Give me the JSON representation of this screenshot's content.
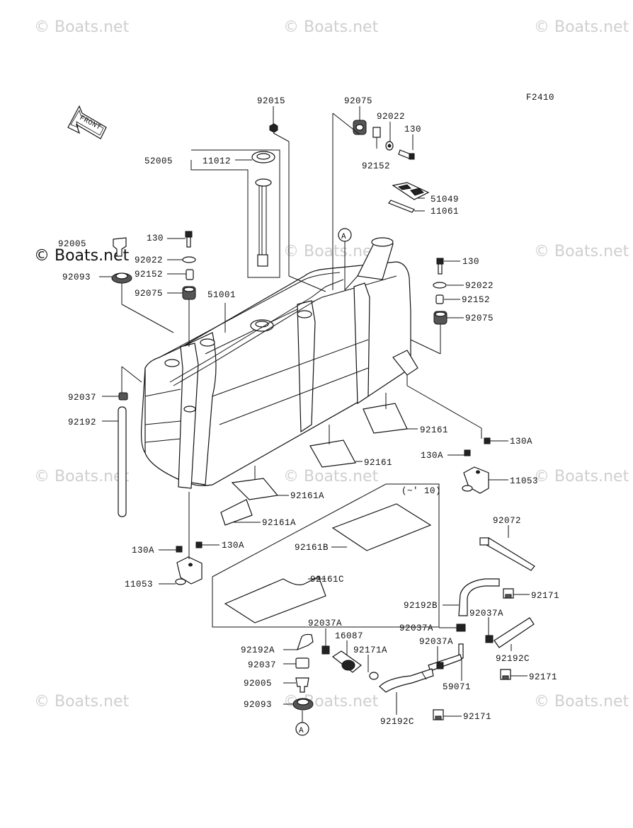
{
  "figure_code": "F2410",
  "front_arrow_label": "FRONT",
  "circle_ref": "A",
  "range_note": "(~' 10)",
  "watermarks": {
    "text": "© Boats.net"
  },
  "labels": {
    "p92015": "92015",
    "p92075_top": "92075",
    "p92022_top": "92022",
    "p130_top": "130",
    "p92152_top": "92152",
    "p52005": "52005",
    "p11012": "11012",
    "p51049": "51049",
    "p11061": "11061",
    "p92005_left": "92005",
    "p130_left": "130",
    "p92022_left": "92022",
    "p92093_left": "92093",
    "p92152_left": "92152",
    "p92075_left": "92075",
    "p51001": "51001",
    "p130_right": "130",
    "p92022_right": "92022",
    "p92152_right": "92152",
    "p92075_right": "92075",
    "p92037_left": "92037",
    "p92192_left": "92192",
    "p92161_a": "92161",
    "p92161_b": "92161",
    "p130A_r1": "130A",
    "p130A_r2": "130A",
    "p11053_right": "11053",
    "p92161A_a": "92161A",
    "p92161A_b": "92161A",
    "p92161B": "92161B",
    "p92161C": "92161C",
    "p130A_l1": "130A",
    "p130A_l2": "130A",
    "p11053_left": "11053",
    "p92072": "92072",
    "p92171_a": "92171",
    "p92192B": "92192B",
    "p92037A_a": "92037A",
    "p92037A_b": "92037A",
    "p92037A_c": "92037A",
    "p92037A_d": "92037A",
    "p16087": "16087",
    "p92192A": "92192A",
    "p92171A": "92171A",
    "p92037_b": "92037",
    "p92005_b": "92005",
    "p92093_b": "92093",
    "p59071": "59071",
    "p92192C_a": "92192C",
    "p92192C_b": "92192C",
    "p92171_b": "92171",
    "p92171_c": "92171"
  }
}
